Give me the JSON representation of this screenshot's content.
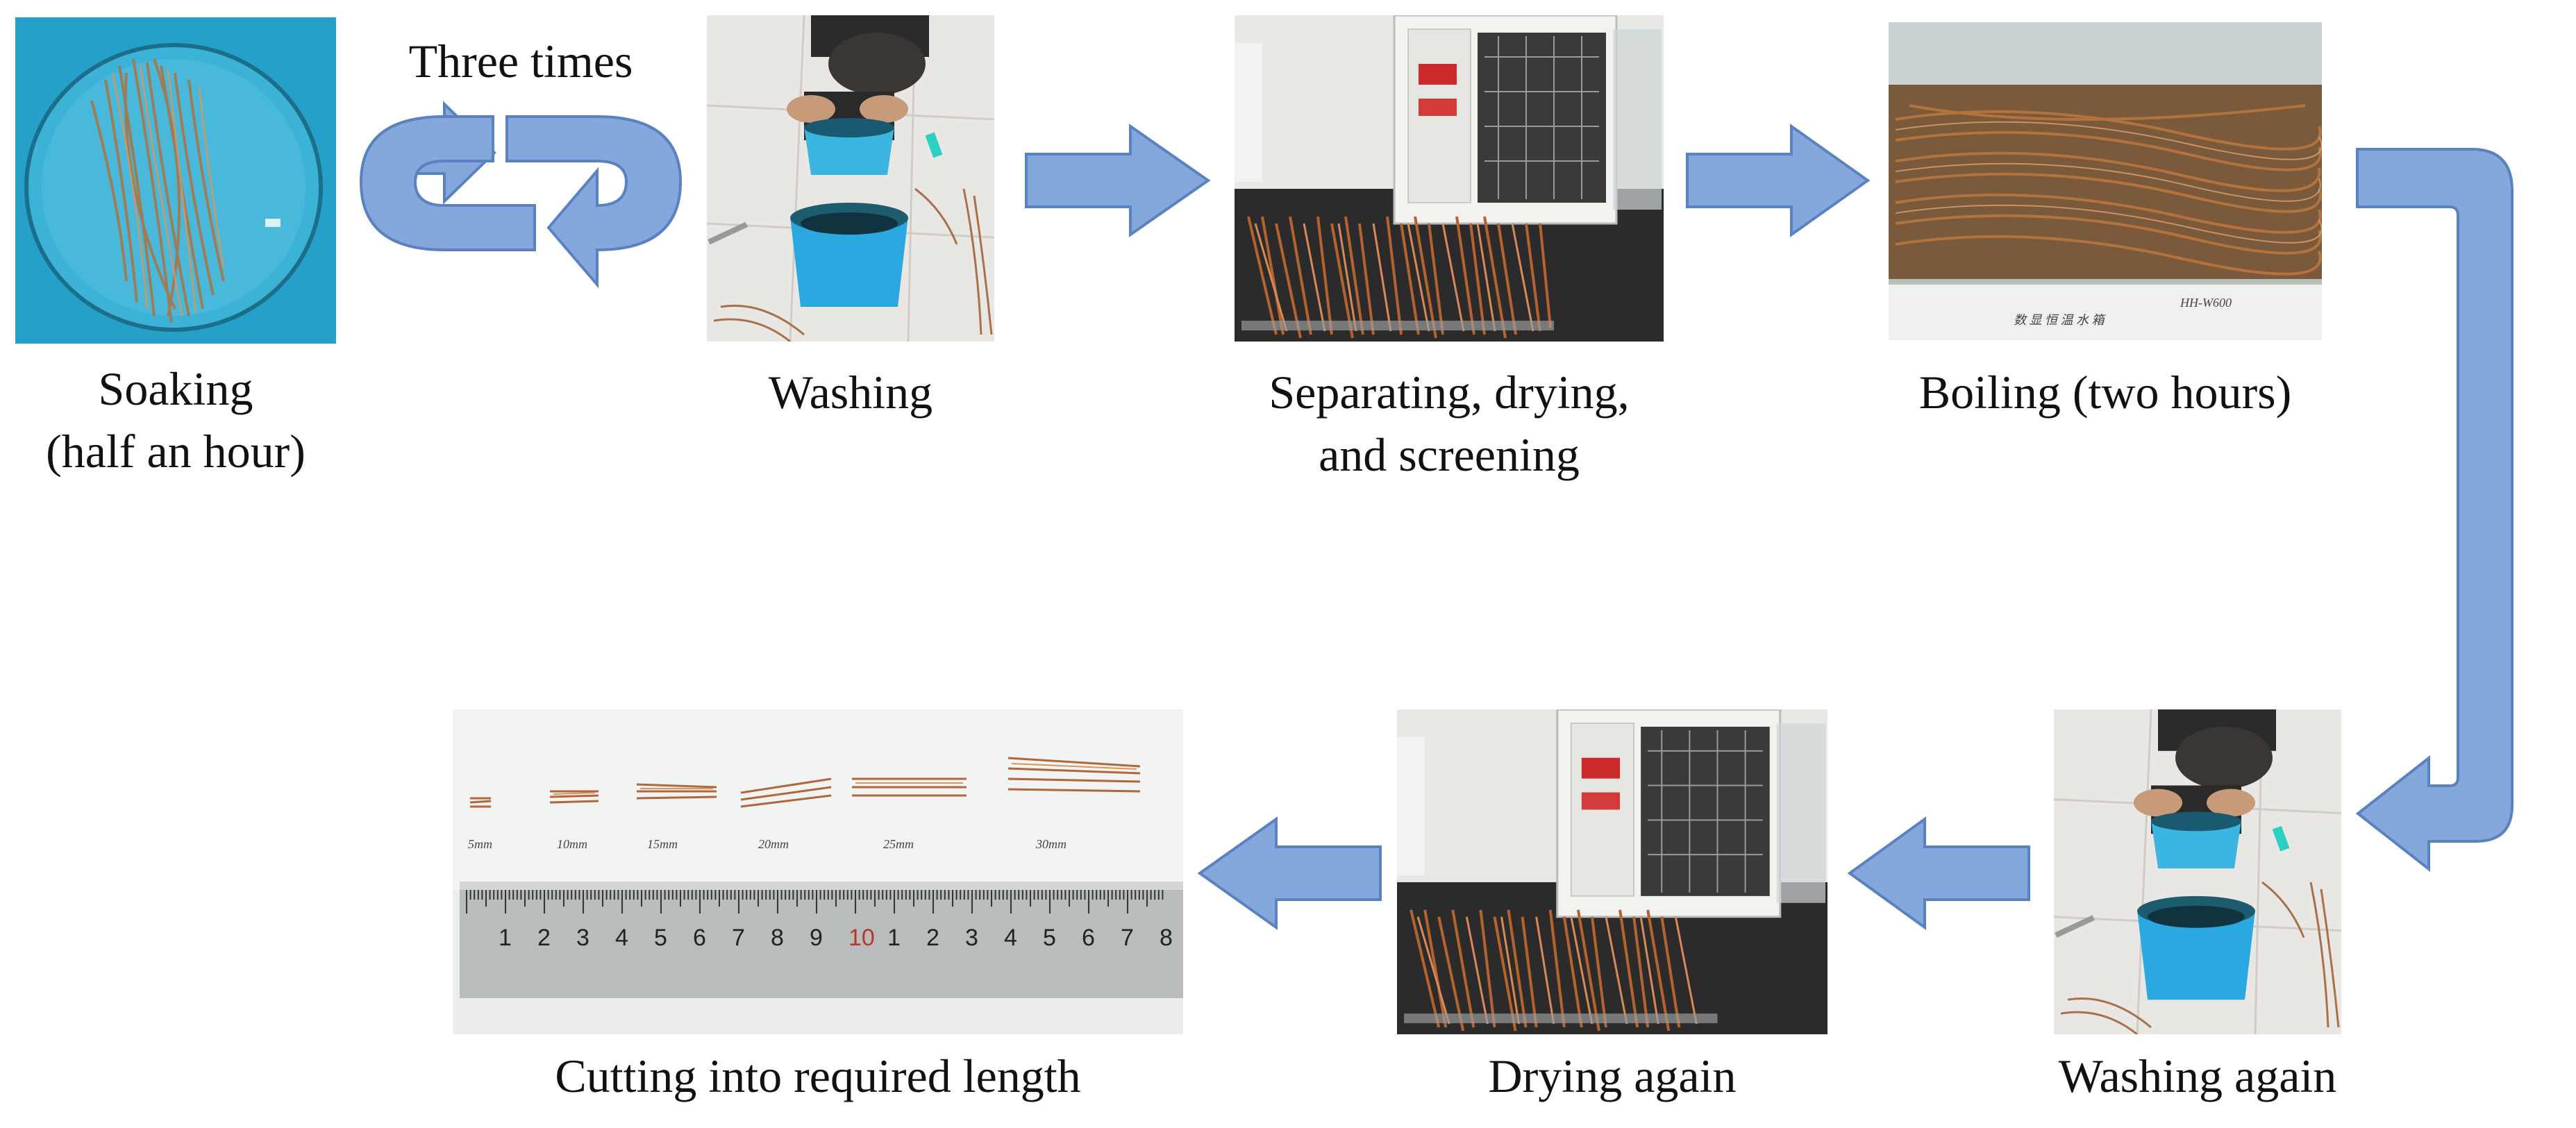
{
  "steps": [
    {
      "caption_lines": [
        "Soaking",
        "(half an hour)"
      ],
      "icon": "soaking-photo"
    },
    {
      "caption_lines": [
        "Washing"
      ],
      "icon": "washing-photo"
    },
    {
      "caption_lines": [
        "Separating, drying,",
        "and screening"
      ],
      "icon": "oven-photo"
    },
    {
      "caption_lines": [
        "Boiling (two hours)"
      ],
      "icon": "boiling-photo"
    },
    {
      "caption_lines": [
        "Washing again"
      ],
      "icon": "washing-photo"
    },
    {
      "caption_lines": [
        "Drying again"
      ],
      "icon": "oven-photo"
    },
    {
      "caption_lines": [
        "Cutting into required length"
      ],
      "icon": "ruler-photo"
    }
  ],
  "cycle_label": "Three times",
  "ruler": {
    "numbers": [
      "1",
      "2",
      "3",
      "4",
      "5",
      "6",
      "7",
      "8",
      "9",
      "10",
      "1",
      "2",
      "3",
      "4",
      "5",
      "6",
      "7",
      "8"
    ],
    "highlight": "10",
    "length_labels": [
      "5mm",
      "10mm",
      "15mm",
      "20mm",
      "25mm",
      "30mm"
    ]
  },
  "colors": {
    "arrow_fill": "#85a8dc",
    "arrow_stroke": "#5b82c0",
    "fiber": "#b5724a",
    "bucket": "#2aa8d8"
  }
}
